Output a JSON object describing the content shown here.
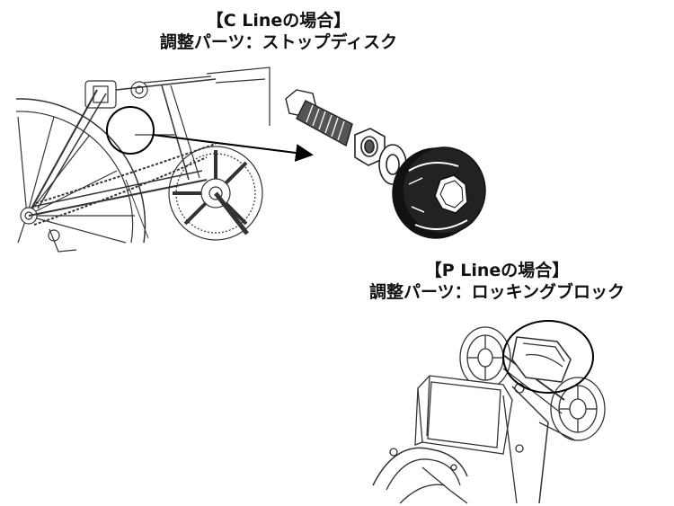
{
  "c_line": {
    "title": "【C Lineの場合】",
    "part": "調整パーツ：ストップディスク"
  },
  "p_line": {
    "title": "【P Lineの場合】",
    "part": "調整パーツ：ロッキングブロック"
  }
}
